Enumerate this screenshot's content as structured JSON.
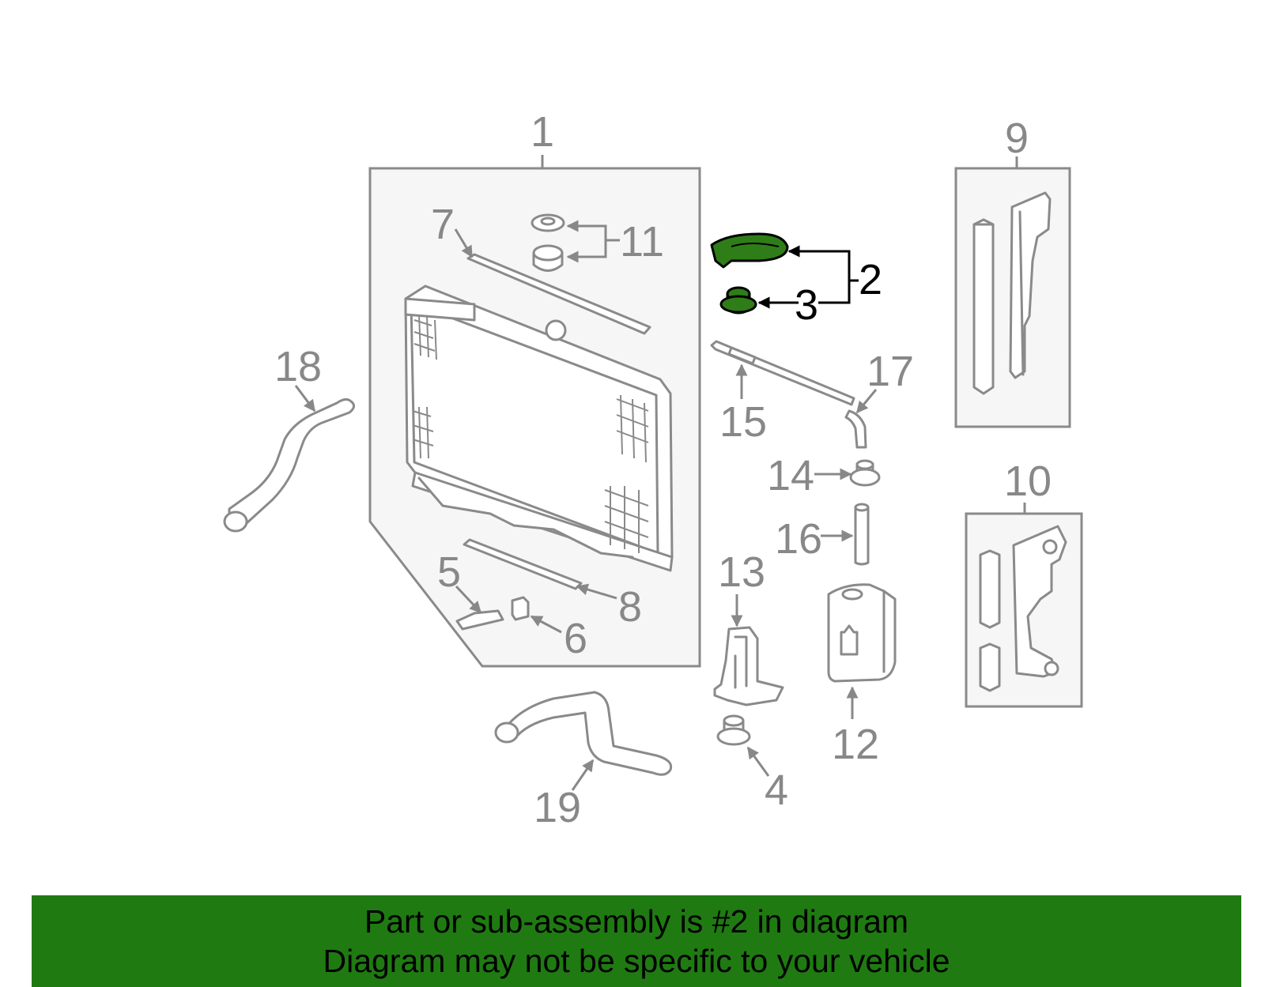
{
  "callouts": {
    "c1": "1",
    "c2": "2",
    "c3": "3",
    "c4": "4",
    "c5": "5",
    "c6": "6",
    "c7": "7",
    "c8": "8",
    "c9": "9",
    "c10": "10",
    "c11": "11",
    "c12": "12",
    "c13": "13",
    "c14": "14",
    "c15": "15",
    "c16": "16",
    "c17": "17",
    "c18": "18",
    "c19": "19"
  },
  "highlight_color": "#2e7d18",
  "banner": {
    "line1": "Part or sub-assembly is #2 in diagram",
    "line2": "Diagram may not be specific to your vehicle",
    "color": "#1f7a12"
  }
}
